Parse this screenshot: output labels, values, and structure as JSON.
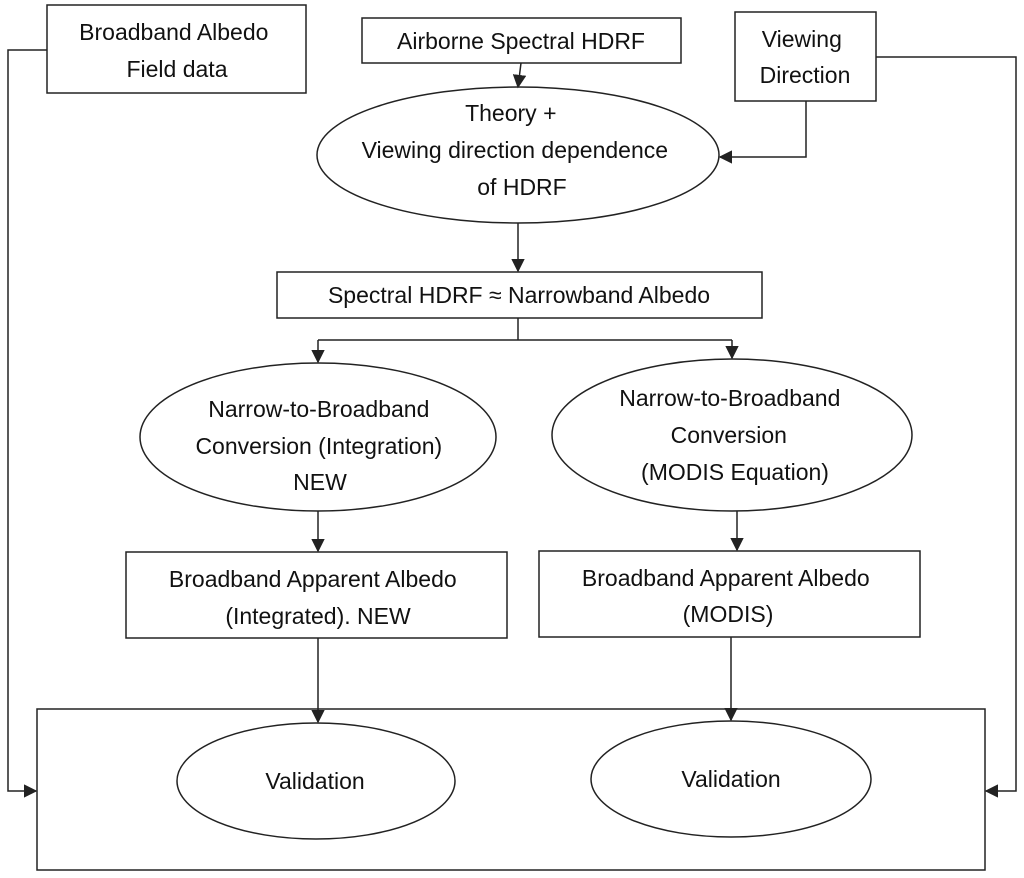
{
  "diagram": {
    "nodes": {
      "field_data": {
        "lines": [
          "Broadband Albedo",
          "Field data"
        ]
      },
      "airborne": {
        "lines": [
          "Airborne Spectral HDRF"
        ]
      },
      "viewing": {
        "lines": [
          "Viewing",
          "Direction"
        ]
      },
      "theory": {
        "lines": [
          "Theory +",
          "Viewing direction dependence",
          "of HDRF"
        ]
      },
      "spectral": {
        "lines": [
          "Spectral HDRF ≈ Narrowband Albedo"
        ]
      },
      "conv_left": {
        "lines": [
          "Narrow-to-Broadband",
          "Conversion (Integration)",
          "NEW"
        ]
      },
      "conv_right": {
        "lines": [
          "Narrow-to-Broadband",
          "Conversion",
          "(MODIS Equation)"
        ]
      },
      "bb_left": {
        "lines": [
          "Broadband Apparent Albedo",
          "(Integrated). NEW"
        ]
      },
      "bb_right": {
        "lines": [
          "Broadband Apparent Albedo",
          "(MODIS)"
        ]
      },
      "valid_left": {
        "lines": [
          "Validation"
        ]
      },
      "valid_right": {
        "lines": [
          "Validation"
        ]
      }
    },
    "colors": {
      "stroke": "#222222",
      "fill": "#ffffff",
      "text": "#111111"
    }
  }
}
